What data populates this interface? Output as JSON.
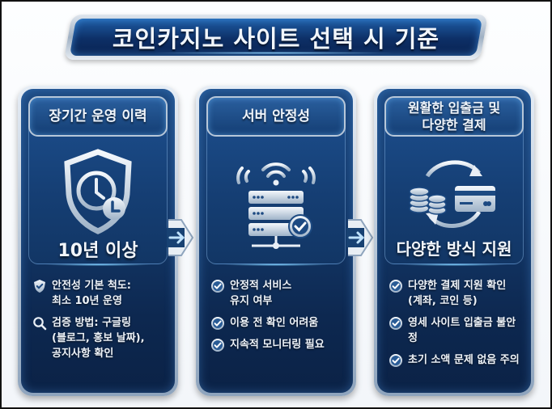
{
  "title": "코인카지노 사이트 선택 시 기준",
  "colors": {
    "panel_dark": "#0d2850",
    "panel_mid": "#1d4a82",
    "accent_glow": "#7fd0ff",
    "frame_silver": "#b7c7d9",
    "text": "#eef3f9"
  },
  "panels": [
    {
      "header": "장기간 운영 이력",
      "icon": "shield-clock-icon",
      "hero_label": "10년 이상",
      "items": [
        {
          "icon": "shield-check-icon",
          "text": "안전성 기본 척도:\n최소 10년 운영"
        },
        {
          "icon": "search-icon",
          "text": "검증 방법: 구글링\n(블로그, 홍보 날짜),\n공지사항 확인"
        }
      ]
    },
    {
      "header": "서버 안정성",
      "icon": "server-wifi-check-icon",
      "hero_label": "",
      "items": [
        {
          "icon": "check-circle-icon",
          "text": "안정적 서비스\n유지 여부"
        },
        {
          "icon": "check-circle-icon",
          "text": "이용 전 확인 어려움"
        },
        {
          "icon": "check-circle-icon",
          "text": "지속적 모니터링 필요"
        }
      ]
    },
    {
      "header": "원활한 입출금 및\n다양한 결제",
      "icon": "coins-card-exchange-icon",
      "hero_label": "다양한 방식 지원",
      "items": [
        {
          "icon": "check-circle-icon",
          "text": "다양한 결제 지원 확인\n(계좌, 코인 등)"
        },
        {
          "icon": "check-circle-icon",
          "text": "영세 사이트 입출금 불안정"
        },
        {
          "icon": "check-circle-icon",
          "text": "초기 소액 문제 없음 주의"
        }
      ]
    }
  ]
}
